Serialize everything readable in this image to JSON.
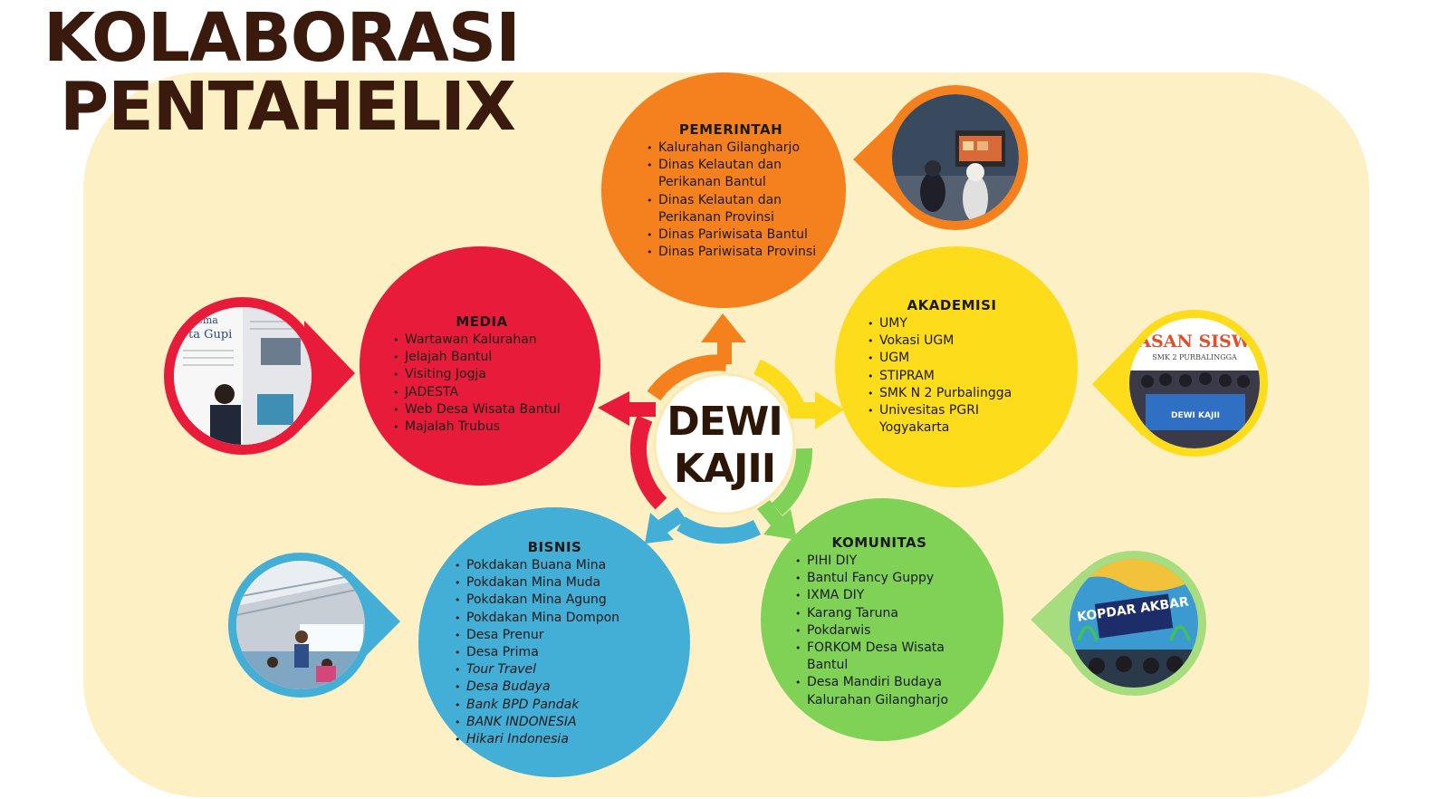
{
  "title": {
    "line1": "KOLABORASI",
    "line2": "PENTAHELIX"
  },
  "center": {
    "line1": "DEWI",
    "line2": "KAJII"
  },
  "colors": {
    "background_panel": "#fdf0c4",
    "pemerintah": "#f5801e",
    "akademisi": "#fcdc1b",
    "komunitas": "#7fd256",
    "bisnis": "#43aed6",
    "media": "#e81c3a",
    "title": "#3a1a0c"
  },
  "sections": {
    "pemerintah": {
      "heading": "PEMERINTAH",
      "items": [
        "Kalurahan Gilangharjo",
        "Dinas Kelautan dan Perikanan Bantul",
        "Dinas Kelautan dan Perikanan Provinsi",
        "Dinas Pariwisata Bantul",
        "Dinas Pariwisata Provinsi"
      ]
    },
    "akademisi": {
      "heading": "AKADEMISI",
      "items": [
        "UMY",
        "Vokasi UGM",
        "UGM",
        "STIPRAM",
        "SMK N 2 Purbalingga",
        "Univesitas PGRI Yogyakarta"
      ]
    },
    "komunitas": {
      "heading": "KOMUNITAS",
      "items": [
        "PIHI DIY",
        "Bantul Fancy Guppy",
        "IXMA DIY",
        "Karang  Taruna",
        "Pokdarwis",
        "FORKOM Desa Wisata Bantul",
        "Desa Mandiri Budaya Kalurahan Gilangharjo"
      ]
    },
    "bisnis": {
      "heading": "BISNIS",
      "items": [
        "Pokdakan Buana Mina",
        "Pokdakan Mina Muda",
        "Pokdakan Mina Agung",
        "Pokdakan Mina Dompon",
        "Desa Prenur",
        "Desa Prima",
        "Tour Travel",
        "Desa Budaya",
        "Bank BPD Pandak",
        "BANK INDONESIA",
        "Hikari Indonesia"
      ]
    },
    "media": {
      "heading": "MEDIA",
      "items": [
        "Wartawan Kalurahan",
        "Jelajah Bantul",
        "Visiting Jogja",
        "JADESTA",
        "Web Desa Wisata Bantul",
        "Majalah Trubus"
      ]
    }
  },
  "photos": {
    "akademisi_banner": "PASAN SISWA",
    "akademisi_banner_sub": "SMK 2 PURBALINGGA",
    "akademisi_sign": "DEWI KAJII",
    "komunitas_poster": "KOPDAR AKBAR",
    "media_magazine_1": "n Gema",
    "media_magazine_2": "ta Gupi"
  }
}
